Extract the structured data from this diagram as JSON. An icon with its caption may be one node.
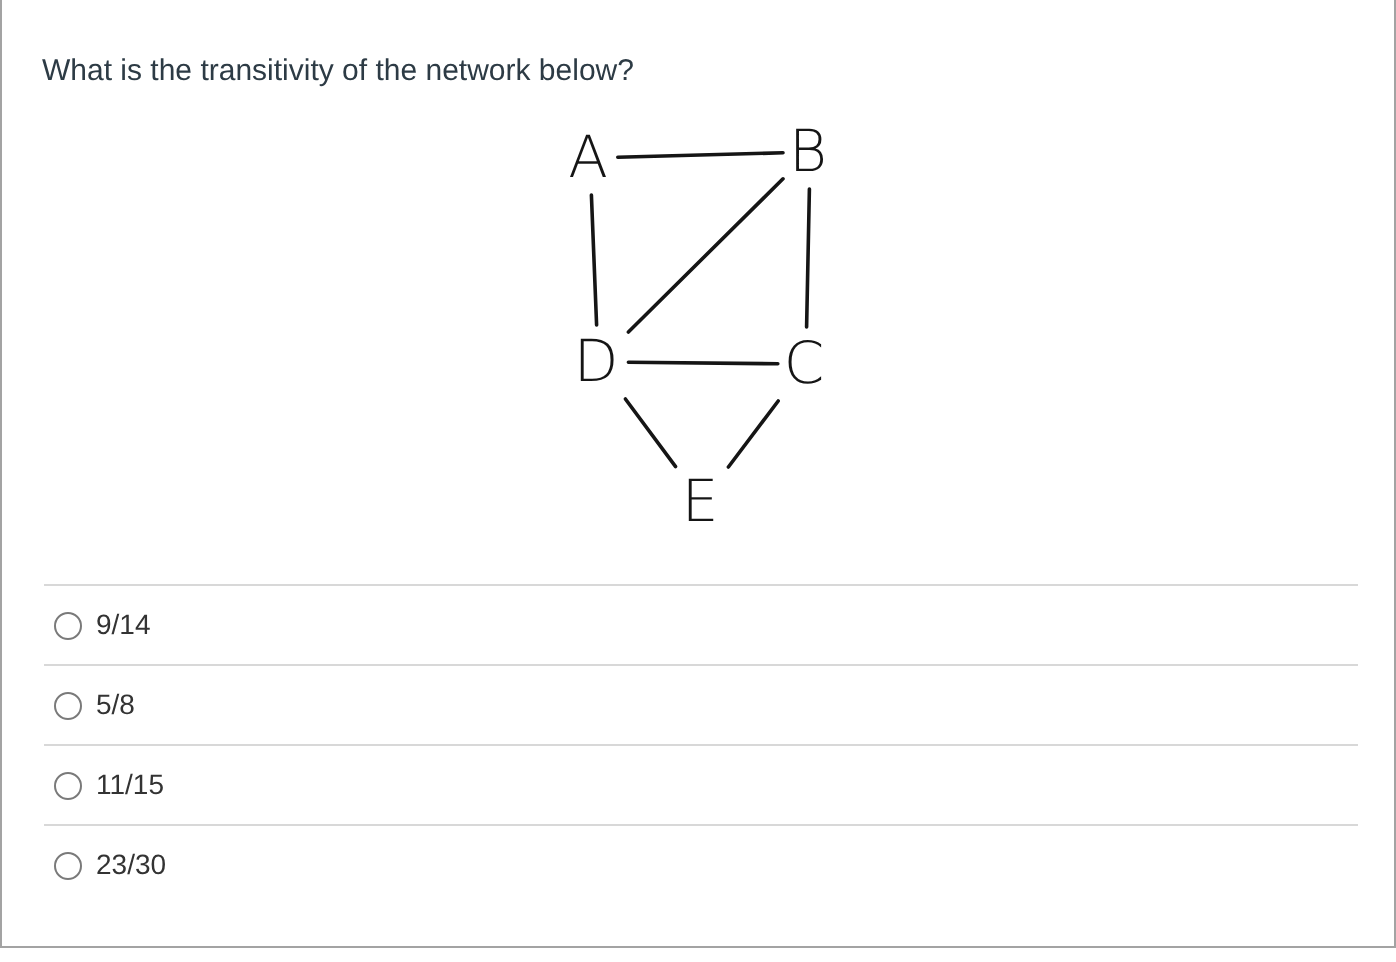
{
  "diagram": {
    "title": "What is the transitivity of the network below?",
    "nodes": [
      {
        "text": [
          "A"
        ]
      },
      {
        "text": [
          "B"
        ]
      },
      {
        "text": [
          "D"
        ]
      },
      {
        "text": [
          "C"
        ]
      },
      {
        "text": [
          "E"
        ]
      }
    ],
    "edges": [
      {
        "from": 0,
        "to": 1,
        "arrow": "none"
      },
      {
        "from": 0,
        "to": 2,
        "arrow": "none"
      },
      {
        "from": 1,
        "to": 2,
        "arrow": "none"
      },
      {
        "from": 1,
        "to": 3,
        "arrow": "none"
      },
      {
        "from": 2,
        "to": 3,
        "arrow": "none"
      },
      {
        "from": 2,
        "to": 4,
        "arrow": "none"
      },
      {
        "from": 3,
        "to": 4,
        "arrow": "none"
      }
    ],
    "labels": [
      "9/14",
      "5/8",
      "11/15",
      "23/30"
    ]
  }
}
